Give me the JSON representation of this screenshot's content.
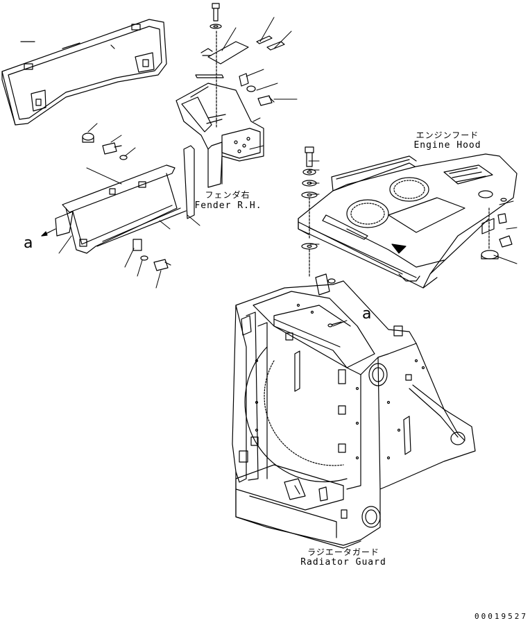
{
  "labels": {
    "engine_hood_jp": "エンジンフード",
    "engine_hood_en": "Engine Hood",
    "fender_jp": "フェンダ右",
    "fender_en": "Fender R.H.",
    "radiator_guard_jp": "ラジエータガード",
    "radiator_guard_en": "Radiator Guard"
  },
  "callouts": {
    "ref_left": "a",
    "ref_right": "a"
  },
  "document_number": "00019527"
}
